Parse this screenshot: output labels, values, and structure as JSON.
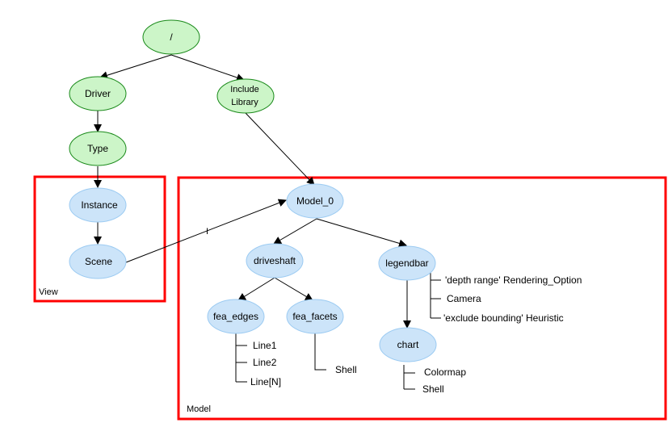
{
  "colors": {
    "green_fill": "#ccf5c8",
    "green_stroke": "#1a8a1a",
    "blue_fill": "#cce4f9",
    "blue_stroke": "#9ccbf2",
    "group_border": "#ff0000",
    "edge": "#000000"
  },
  "groups": [
    {
      "id": "view",
      "label": "View"
    },
    {
      "id": "model",
      "label": "Model"
    }
  ],
  "nodes": [
    {
      "id": "root",
      "label": "/",
      "style": "green"
    },
    {
      "id": "driver",
      "label": "Driver",
      "style": "green"
    },
    {
      "id": "include_library",
      "label": "Include Library",
      "lines": [
        "Include",
        "Library"
      ],
      "style": "green"
    },
    {
      "id": "type",
      "label": "Type",
      "style": "green"
    },
    {
      "id": "instance",
      "label": "Instance",
      "style": "blue"
    },
    {
      "id": "scene",
      "label": "Scene",
      "style": "blue"
    },
    {
      "id": "model_0",
      "label": "Model_0",
      "style": "blue"
    },
    {
      "id": "driveshaft",
      "label": "driveshaft",
      "style": "blue"
    },
    {
      "id": "legendbar",
      "label": "legendbar",
      "style": "blue"
    },
    {
      "id": "fea_edges",
      "label": "fea_edges",
      "style": "blue"
    },
    {
      "id": "fea_facets",
      "label": "fea_facets",
      "style": "blue"
    },
    {
      "id": "chart",
      "label": "chart",
      "style": "blue"
    }
  ],
  "edges": [
    {
      "from": "root",
      "to": "driver"
    },
    {
      "from": "root",
      "to": "include_library"
    },
    {
      "from": "driver",
      "to": "type"
    },
    {
      "from": "type",
      "to": "instance"
    },
    {
      "from": "instance",
      "to": "scene"
    },
    {
      "from": "include_library",
      "to": "model_0"
    },
    {
      "from": "scene",
      "to": "model_0",
      "label": "I"
    },
    {
      "from": "model_0",
      "to": "driveshaft"
    },
    {
      "from": "model_0",
      "to": "legendbar"
    },
    {
      "from": "driveshaft",
      "to": "fea_edges"
    },
    {
      "from": "driveshaft",
      "to": "fea_facets"
    },
    {
      "from": "legendbar",
      "to": "chart"
    }
  ],
  "attributes": {
    "fea_edges": [
      "Line1",
      "Line2",
      "Line[N]"
    ],
    "fea_facets": [
      "Shell"
    ],
    "legendbar": [
      "'depth range' Rendering_Option",
      "Camera",
      "'exclude bounding' Heuristic"
    ],
    "chart": [
      "Colormap",
      "Shell"
    ]
  }
}
